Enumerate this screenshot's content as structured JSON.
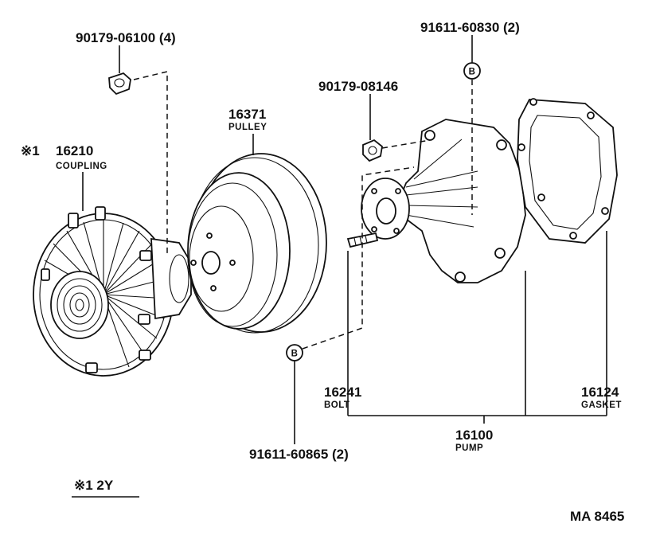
{
  "parts": {
    "nut_top": {
      "number": "90179-06100 (4)"
    },
    "bolt_top": {
      "number": "91611-60830 (2)",
      "marker": "B"
    },
    "nut_pump": {
      "number": "90179-08146"
    },
    "pulley": {
      "number": "16371",
      "name": "PULLEY"
    },
    "coupling": {
      "number": "16210",
      "name": "COUPLING",
      "prefix": "※1"
    },
    "bolt": {
      "number": "16241",
      "name": "BOLT"
    },
    "gasket": {
      "number": "16124",
      "name": "GASKET"
    },
    "pump": {
      "number": "16100",
      "name": "PUMP"
    },
    "bolt_bottom": {
      "number": "91611-60865 (2)",
      "marker": "B"
    }
  },
  "footnote": {
    "text": "※1 2Y"
  },
  "figure_code": "MA  8465"
}
